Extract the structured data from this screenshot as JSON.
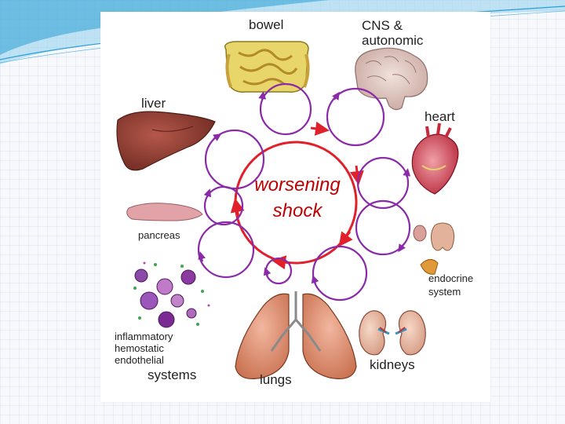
{
  "diagram": {
    "center": {
      "line1": "worsening",
      "line2": "shock"
    },
    "organs": {
      "bowel": "bowel",
      "cns_line1": "CNS &",
      "cns_line2": "autonomic",
      "heart": "heart",
      "liver": "liver",
      "pancreas": "pancreas",
      "endocrine_line1": "endocrine",
      "endocrine_line2": "system",
      "kidneys": "kidneys",
      "lungs": "lungs",
      "systems_line1": "inflammatory",
      "systems_line2": "hemostatic",
      "systems_line3": "endothelial",
      "systems_line4": "systems"
    },
    "colors": {
      "main_cycle": "#e0202a",
      "feedback_loops": "#8a2aa8",
      "center_text": "#c00000",
      "slide_accent": "#2a9fd6"
    }
  }
}
